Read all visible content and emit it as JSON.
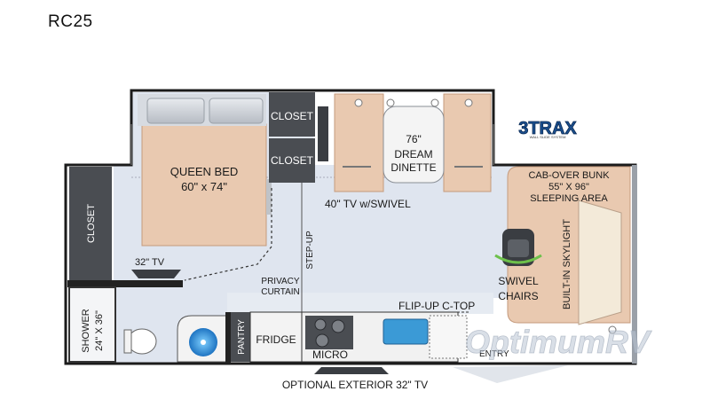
{
  "title": "RC25",
  "labels": {
    "queen_bed_name": "QUEEN BED",
    "queen_bed_size": "60\" x 74\"",
    "closet_top": "CLOSET",
    "closet_mid": "CLOSET",
    "closet_left": "CLOSET",
    "dinette_size": "76\"",
    "dinette_name_1": "DREAM",
    "dinette_name_2": "DINETTE",
    "tv_swivel": "40\" TV w/SWIVEL",
    "bunk_1": "CAB-OVER BUNK",
    "bunk_2": "55\" X 96\"",
    "bunk_3": "SLEEPING AREA",
    "skylight": "BUILT-IN SKYLIGHT",
    "swivel_1": "SWIVEL",
    "swivel_2": "CHAIRS",
    "tv_bedroom": "32\" TV",
    "privacy_1": "PRIVACY",
    "privacy_2": "CURTAIN",
    "step_up": "STEP-UP",
    "flip_up": "FLIP-UP C-TOP",
    "shower_1": "SHOWER",
    "shower_2": "24\" X 36\"",
    "pantry": "PANTRY",
    "fridge": "FRIDGE",
    "micro": "MICRO",
    "entry": "ENTRY",
    "exterior_tv": "OPTIONAL EXTERIOR 32\" TV"
  },
  "logos": {
    "three_trax_main": "3TRAX",
    "three_trax_sub": "WALL SLIDE SYSTEM",
    "watermark": "OptimumRV"
  },
  "colors": {
    "bed": "#e9c9b0",
    "floor": "#dfe5ef",
    "dark_cabinet": "#4a4d52",
    "counter": "#f1f1f1",
    "sink_blue": "#3b9ad6",
    "accent_green": "#6dc04b"
  }
}
